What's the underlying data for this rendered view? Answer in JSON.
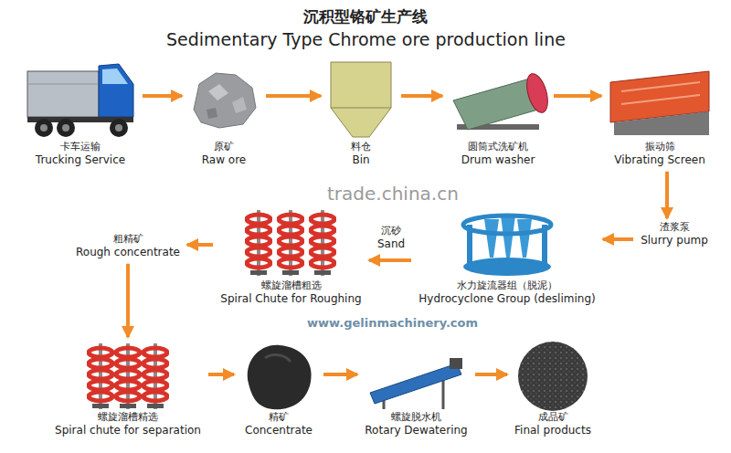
{
  "diagram": {
    "title": "沉积型铬矿生产线",
    "nodes": [
      {
        "text": [
          "卡车运输",
          "Trucking Service"
        ]
      },
      {
        "text": [
          "原矿",
          "Raw ore"
        ]
      },
      {
        "text": [
          "料仓",
          "Bin"
        ]
      },
      {
        "text": [
          "圆筒式洗矿机",
          "Drum washer"
        ]
      },
      {
        "text": [
          "振动筛",
          "Vibrating Screen"
        ]
      },
      {
        "text": [
          "渣浆泵",
          "Slurry pump"
        ]
      },
      {
        "text": [
          "水力旋流器组（脱泥）",
          "Hydrocyclone Group (desliming)"
        ]
      },
      {
        "text": [
          "螺旋溜槽粗选",
          "Spiral Chute for Roughing"
        ]
      },
      {
        "text": [
          "粗精矿",
          "Rough concentrate"
        ]
      },
      {
        "text": [
          "螺旋溜槽精选",
          "Spiral chute for separation"
        ]
      },
      {
        "text": [
          "精矿",
          "Concentrate"
        ]
      },
      {
        "text": [
          "螺旋脱水机",
          "Rotary Dewatering"
        ]
      },
      {
        "text": [
          "成品矿",
          "Final products"
        ]
      }
    ],
    "edges": [
      {
        "from": 0,
        "to": 1,
        "arrow": "to"
      },
      {
        "from": 1,
        "to": 2,
        "arrow": "to"
      },
      {
        "from": 2,
        "to": 3,
        "arrow": "to"
      },
      {
        "from": 3,
        "to": 4,
        "arrow": "to"
      },
      {
        "from": 4,
        "to": 5,
        "arrow": "to"
      },
      {
        "from": 5,
        "to": 6,
        "arrow": "to"
      },
      {
        "from": 6,
        "to": 7,
        "arrow": "to"
      },
      {
        "from": 7,
        "to": 8,
        "arrow": "to"
      },
      {
        "from": 8,
        "to": 9,
        "arrow": "to"
      },
      {
        "from": 9,
        "to": 10,
        "arrow": "to"
      },
      {
        "from": 10,
        "to": 11,
        "arrow": "to"
      },
      {
        "from": 11,
        "to": 12,
        "arrow": "to"
      }
    ],
    "labels": [
      "Sedimentary Type Chrome ore production line",
      "沉砂",
      "Sand",
      "trade.china.cn",
      "www.gelinmachinery.com"
    ]
  }
}
